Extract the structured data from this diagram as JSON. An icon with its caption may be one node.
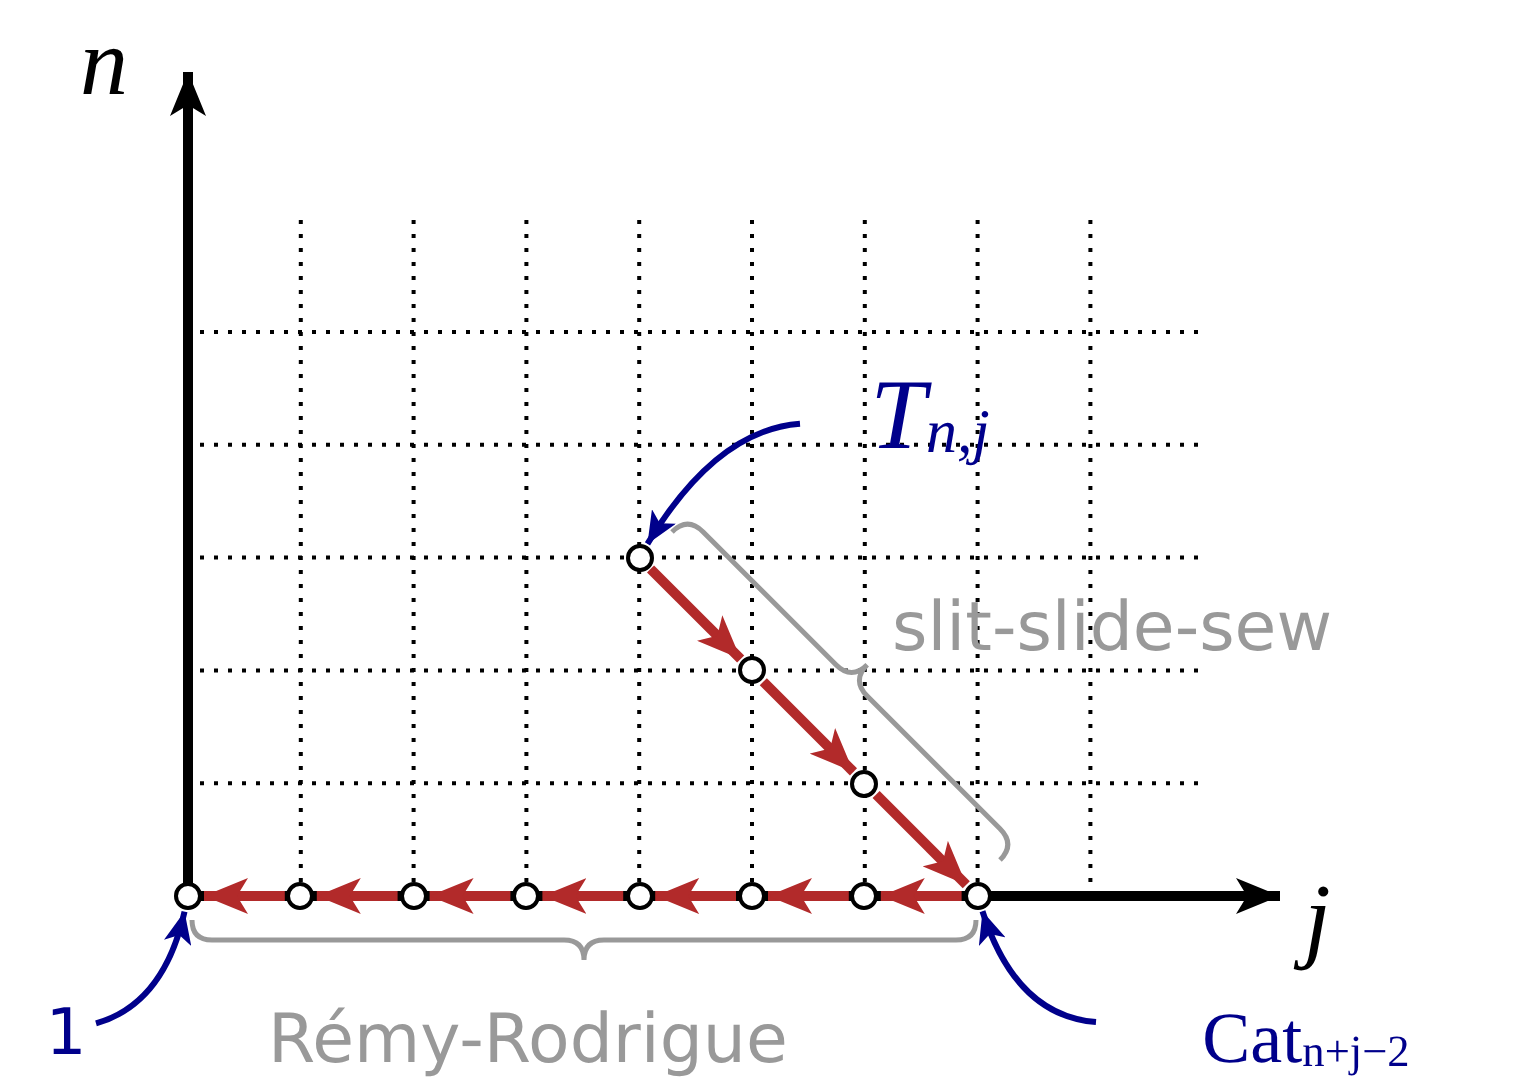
{
  "diagram": {
    "nodes": [
      {
        "text": [
          "T$_{n,j}$"
        ]
      },
      {
        "text": [],
        "shape": "circle"
      },
      {
        "text": [],
        "shape": "circle"
      },
      {
        "text": [],
        "shape": "circle"
      },
      {
        "text": [],
        "shape": "circle"
      },
      {
        "text": [],
        "shape": "circle"
      },
      {
        "text": [],
        "shape": "circle"
      },
      {
        "text": [],
        "shape": "circle"
      },
      {
        "text": [],
        "shape": "circle"
      },
      {
        "text": [],
        "shape": "circle"
      },
      {
        "text": [],
        "shape": "circle"
      },
      {
        "text": [],
        "shape": "circle"
      },
      {
        "text": [
          "1"
        ]
      },
      {
        "text": [
          "Cat$_{n+j−2}$"
        ]
      }
    ],
    "edges": [
      {
        "from": 0,
        "to": 1,
        "arrow": "to",
        "color": "#00008b"
      },
      {
        "from": 1,
        "to": 2,
        "arrow": "to"
      },
      {
        "from": 2,
        "to": 3,
        "arrow": "to"
      },
      {
        "from": 3,
        "to": 11,
        "arrow": "to"
      },
      {
        "from": 11,
        "to": 10,
        "arrow": "to"
      },
      {
        "from": 10,
        "to": 9,
        "arrow": "to"
      },
      {
        "from": 9,
        "to": 8,
        "arrow": "to"
      },
      {
        "from": 8,
        "to": 7,
        "arrow": "to"
      },
      {
        "from": 7,
        "to": 6,
        "arrow": "to"
      },
      {
        "from": 6,
        "to": 5,
        "arrow": "to"
      },
      {
        "from": 5,
        "to": 4,
        "arrow": "to"
      },
      {
        "from": 12,
        "to": 4,
        "arrow": "to",
        "color": "#00008b"
      },
      {
        "from": 13,
        "to": 11,
        "arrow": "to",
        "color": "#00008b"
      }
    ],
    "labels": [
      "n",
      "j",
      "slit-slide-sew",
      "Rémy-Rodrigue"
    ]
  }
}
